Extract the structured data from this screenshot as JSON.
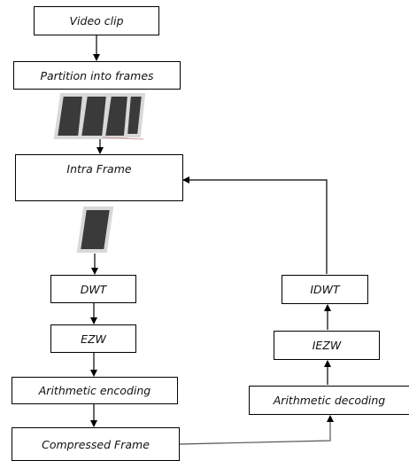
{
  "nodes": {
    "video_clip": "Video clip",
    "partition": "Partition into frames",
    "intra_frame": "Intra Frame",
    "dwt": "DWT",
    "ezw": "EZW",
    "arith_enc": "Arithmetic encoding",
    "compressed": "Compressed Frame",
    "idwt": "IDWT",
    "iezw": "IEZW",
    "arith_dec": "Arithmetic decoding"
  },
  "icons": {
    "frame_sequence": "frame-sequence-icon",
    "single_frame": "single-frame-icon"
  },
  "colors": {
    "line": "#000000",
    "frame_fill": "#3a3a3a",
    "frame_border": "#d8d8d8"
  }
}
